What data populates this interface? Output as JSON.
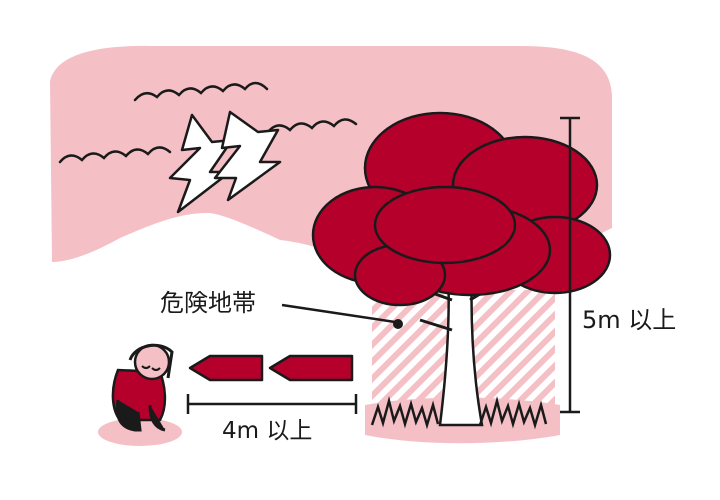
{
  "labels": {
    "danger_zone": "危険地帯",
    "tree_height": "5m 以上",
    "safe_distance": "4m 以上"
  },
  "colors": {
    "sky_pink": "#f4c0c6",
    "accent_red": "#b5002c",
    "line": "#1a1a1a",
    "background": "#ffffff"
  },
  "icons": [
    "storm-cloud-icon",
    "lightning-bolt-icon",
    "tree-icon",
    "crouching-person-icon",
    "arrow-left-icon"
  ]
}
